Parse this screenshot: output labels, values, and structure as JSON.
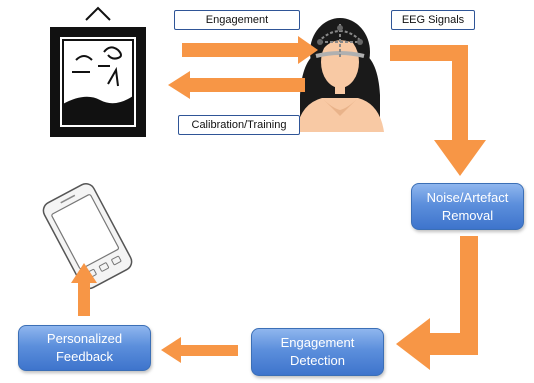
{
  "labels": {
    "engagement": "Engagement",
    "eeg_signals": "EEG Signals",
    "calibration": "Calibration/Training"
  },
  "steps": {
    "noise_removal": [
      "Noise/Artefact",
      "Removal"
    ],
    "engagement_detection": [
      "Engagement",
      "Detection"
    ],
    "personalized_feedback": [
      "Personalized",
      "Feedback"
    ]
  },
  "colors": {
    "arrow": "#f79646",
    "box_fill": "#5c8fdc",
    "box_border": "#2f5597",
    "box_text": "#ffffff"
  },
  "icons": [
    "framed-painting-icon",
    "person-eeg-headset-icon",
    "smartphone-icon"
  ]
}
